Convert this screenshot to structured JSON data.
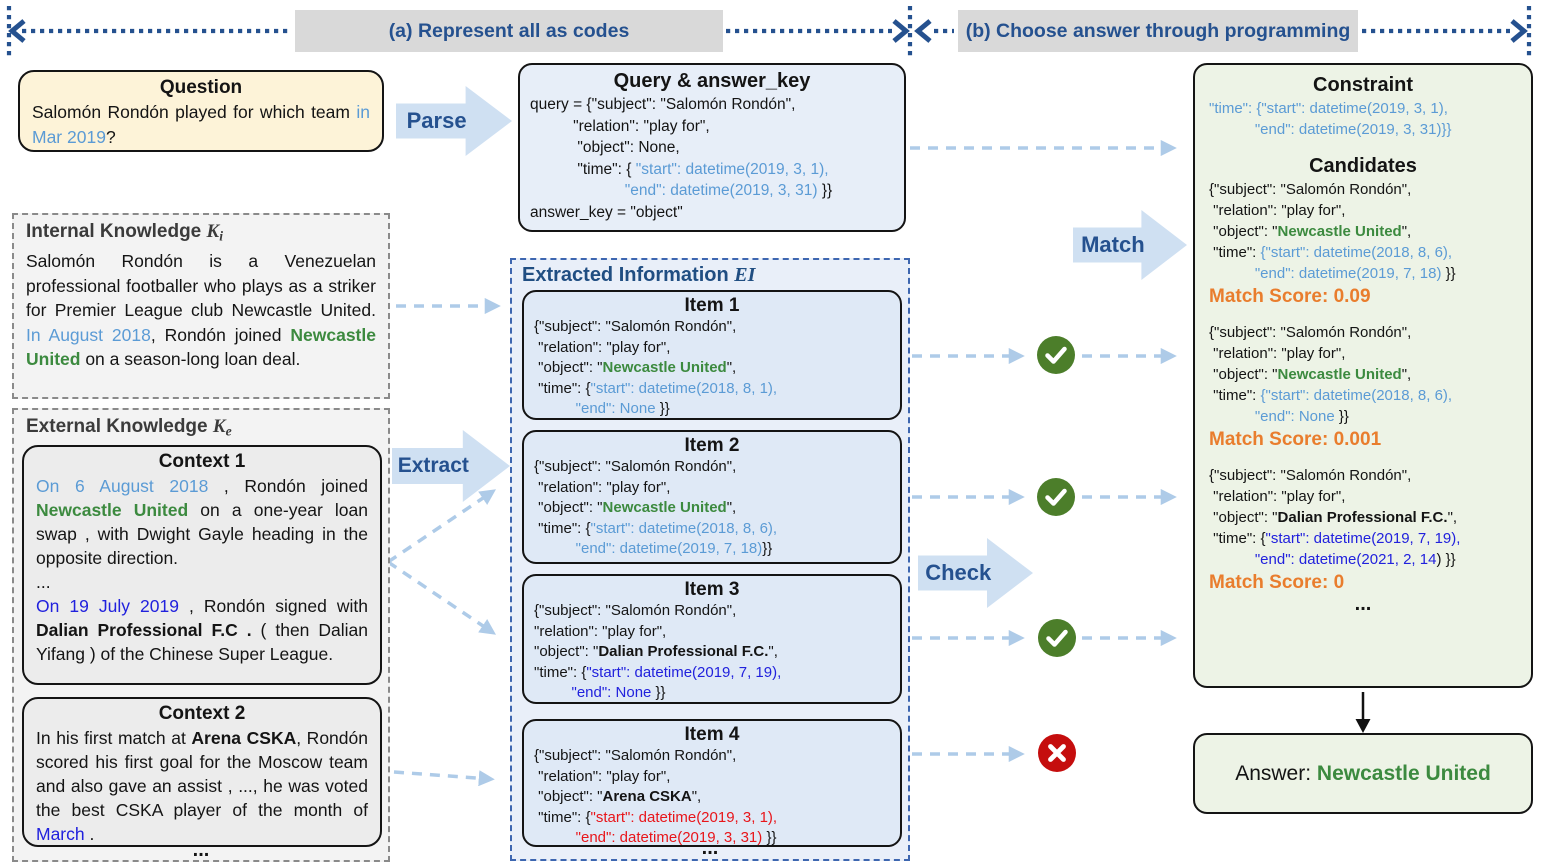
{
  "header": {
    "section_a": "(a) Represent all as codes",
    "section_b": "(b) Choose answer through programming"
  },
  "arrows": {
    "parse": "Parse",
    "extract": "Extract",
    "match": "Match",
    "check": "Check"
  },
  "icons": {
    "check": "check-circle",
    "cross": "cross-circle",
    "check_color": "#4c7e2a",
    "cross_color": "#c50d0d"
  },
  "question": {
    "title": "Question",
    "body": [
      {
        "t": "Salomón Rondón played for which team "
      },
      {
        "t": "in Mar 2019",
        "s": "lb"
      },
      {
        "t": "?"
      }
    ]
  },
  "query_box": {
    "title": "Query & answer_key",
    "code": [
      {
        "t": "query = {\"subject\": \"Salomón Rondón\",\n          \"relation\": \"play for\",\n           \"object\": None,\n           \"time\": { "
      },
      {
        "t": "\"start\": datetime(2019, 3, 1),\n                      \"end\": datetime(2019, 3, 31)",
        "s": "lb"
      },
      {
        "t": " }}\nanswer_key = \"object\""
      }
    ]
  },
  "internal_knowledge": {
    "title": [
      {
        "t": "Internal Knowledge "
      },
      {
        "t": "K",
        "s": "mk"
      },
      {
        "t": "i",
        "s": "mks"
      }
    ],
    "body": [
      {
        "t": "Salomón Rondón is a Venezuelan professional footballer who plays as a striker for Premier League club Newcastle United. "
      },
      {
        "t": "In August 2018",
        "s": "lb"
      },
      {
        "t": ", Rondón joined "
      },
      {
        "t": "Newcastle United",
        "s": "green"
      },
      {
        "t": " on a season-long loan deal."
      }
    ]
  },
  "external_knowledge": {
    "title": [
      {
        "t": "External Knowledge "
      },
      {
        "t": "K",
        "s": "mk"
      },
      {
        "t": "e",
        "s": "mks"
      }
    ],
    "context1": {
      "title": "Context 1",
      "body": [
        {
          "t": "On 6 August 2018",
          "s": "lb"
        },
        {
          "t": " , Rondón joined "
        },
        {
          "t": "Newcastle United",
          "s": "green"
        },
        {
          "t": " on a one-year loan swap , with Dwight Gayle heading in the opposite direction.\n...\n"
        },
        {
          "t": "On 19 July 2019",
          "s": "db"
        },
        {
          "t": " , Rondón signed with "
        },
        {
          "t": "Dalian Professional F.C .",
          "s": "b"
        },
        {
          "t": " ( then Dalian Yifang ) of the Chinese Super League."
        }
      ]
    },
    "context2": {
      "title": "Context 2",
      "body": [
        {
          "t": "In his first match at "
        },
        {
          "t": "Arena CSKA",
          "s": "b"
        },
        {
          "t": ", Rondón scored his first goal for the Moscow team and also gave an assist , ..., he was voted the best CSKA player of the month of "
        },
        {
          "t": "March",
          "s": "db"
        },
        {
          "t": " ."
        }
      ]
    },
    "ellipsis": "..."
  },
  "extracted_information": {
    "title": [
      {
        "t": "Extracted Information "
      },
      {
        "t": "EI",
        "s": "mk"
      }
    ],
    "items": [
      {
        "title": "Item 1",
        "code": [
          {
            "t": "{\"subject\": \"Salomón Rondón\",\n \"relation\": \"play for\",\n \"object\": \""
          },
          {
            "t": "Newcastle United",
            "s": "green"
          },
          {
            "t": "\",\n \"time\": {"
          },
          {
            "t": "\"start\": datetime(2018, 8, 1),\n          \"end\": None ",
            "s": "lb"
          },
          {
            "t": "}}"
          }
        ]
      },
      {
        "title": "Item 2",
        "code": [
          {
            "t": "{\"subject\": \"Salomón Rondón\",\n \"relation\": \"play for\",\n \"object\": \""
          },
          {
            "t": "Newcastle United",
            "s": "green"
          },
          {
            "t": "\",\n \"time\": {"
          },
          {
            "t": "\"start\": datetime(2018, 8, 6),\n          \"end\": datetime(2019, 7, 18)",
            "s": "lb"
          },
          {
            "t": "}}"
          }
        ]
      },
      {
        "title": "Item 3",
        "code": [
          {
            "t": "{\"subject\": \"Salomón Rondón\",\n\"relation\": \"play for\",\n\"object\": \""
          },
          {
            "t": "Dalian Professional F.C.",
            "s": "b"
          },
          {
            "t": "\",\n\"time\": {"
          },
          {
            "t": "\"start\": datetime(2019, 7, 19),\n         \"end\": None ",
            "s": "db"
          },
          {
            "t": "}}"
          }
        ]
      },
      {
        "title": "Item 4",
        "code": [
          {
            "t": "{\"subject\": \"Salomón Rondón\",\n \"relation\": \"play for\",\n \"object\": \""
          },
          {
            "t": "Arena CSKA",
            "s": "b"
          },
          {
            "t": "\",\n \"time\": {"
          },
          {
            "t": "\"start\": datetime(2019, 3, 1),\n          \"end\": datetime(2019, 3, 31) ",
            "s": "red"
          },
          {
            "t": "}}"
          }
        ]
      }
    ],
    "ellipsis": "..."
  },
  "decision": {
    "constraint_title": "Constraint",
    "constraint_code": [
      {
        "t": "\"time\": {\"start\": datetime(2019, 3, 1),\n           \"end\": datetime(2019, 3, 31)}}",
        "s": "lb"
      }
    ],
    "candidates_title": "Candidates",
    "candidates": [
      {
        "code": [
          {
            "t": "{\"subject\": \"Salomón Rondón\",\n \"relation\": \"play for\",\n \"object\": \""
          },
          {
            "t": "Newcastle United",
            "s": "green"
          },
          {
            "t": "\",\n \"time\": "
          },
          {
            "t": "{\"start\": datetime(2018, 8, 6),\n           \"end\": datetime(2019, 7, 18)",
            "s": "lb"
          },
          {
            "t": " }}"
          }
        ],
        "score": "Match Score: 0.09"
      },
      {
        "code": [
          {
            "t": "{\"subject\": \"Salomón Rondón\",\n \"relation\": \"play for\",\n \"object\": \""
          },
          {
            "t": "Newcastle United",
            "s": "green"
          },
          {
            "t": "\",\n \"time\": "
          },
          {
            "t": "{\"start\": datetime(2018, 8, 6),\n           \"end\": None",
            "s": "lb"
          },
          {
            "t": " }}"
          }
        ],
        "score": "Match Score: 0.001"
      },
      {
        "code": [
          {
            "t": "{\"subject\": \"Salomón Rondón\",\n \"relation\": \"play for\",\n \"object\": \""
          },
          {
            "t": "Dalian Professional F.C.",
            "s": "b"
          },
          {
            "t": "\",\n \"time\": {"
          },
          {
            "t": "\"start\": datetime(2019, 7, 19),\n           \"end\": datetime(2021, 2, 14",
            "s": "db"
          },
          {
            "t": ") }}"
          }
        ],
        "score": "Match Score: 0"
      }
    ],
    "ellipsis": "..."
  },
  "answer": {
    "body": [
      {
        "t": "Answer: "
      },
      {
        "t": "Newcastle United",
        "s": "green"
      }
    ]
  }
}
